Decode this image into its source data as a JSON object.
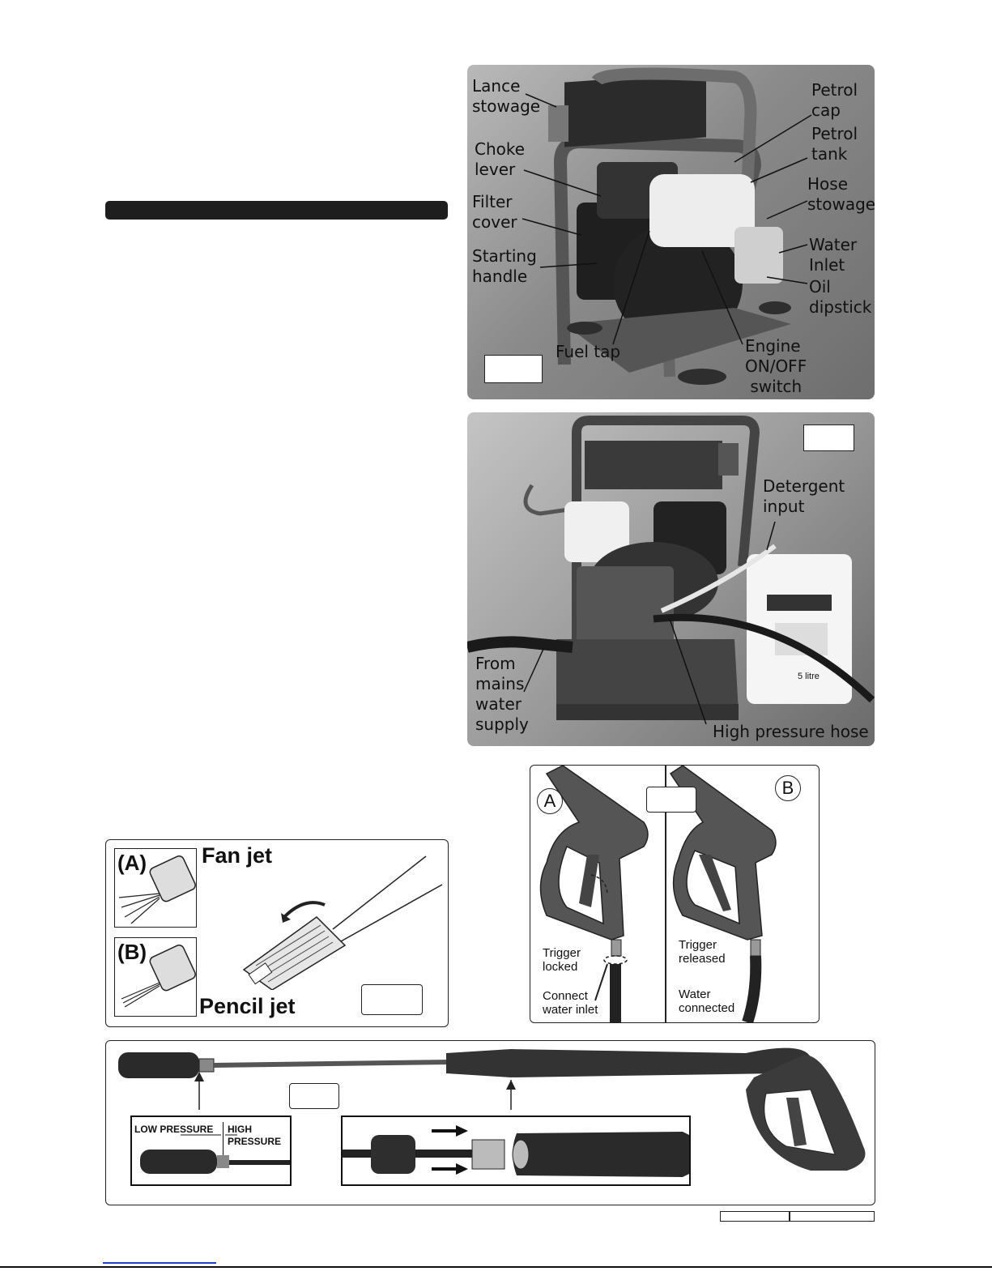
{
  "figure1": {
    "labels": {
      "lance_stowage": "Lance\nstowage",
      "choke_lever": "Choke\nlever",
      "filter_cover": "Filter\ncover",
      "starting_handle": "Starting\nhandle",
      "fuel_tap": "Fuel tap",
      "petrol_cap": "Petrol\ncap",
      "petrol_tank": "Petrol\ntank",
      "hose_stowage": "Hose\nstowage",
      "water_inlet": "Water\nInlet",
      "oil_dipstick": "Oil\ndipstick",
      "engine_switch": "Engine\nON/OFF\n switch"
    }
  },
  "figure2": {
    "labels": {
      "detergent_input": "Detergent\ninput",
      "mains_water": "From\nmains\nwater\nsupply",
      "high_pressure_hose": "High pressure hose"
    },
    "product_label": "5 litre"
  },
  "figure3": {
    "label_a": "(A)",
    "label_b": "(B)",
    "fan_jet": "Fan jet",
    "pencil_jet": "Pencil jet"
  },
  "figure4": {
    "circle_a": "A",
    "circle_b": "B",
    "trigger_locked": "Trigger\nlocked",
    "connect_water_inlet": "Connect\nwater inlet",
    "trigger_released": "Trigger\nreleased",
    "water_connected": "Water\nconnected"
  },
  "figure5": {
    "low_pressure": "LOW PRESSURE",
    "high_pressure": "HIGH\nPRESSURE"
  },
  "colors": {
    "photo_bg": "#8e8e8e",
    "section_bar": "#1e1e1e"
  }
}
